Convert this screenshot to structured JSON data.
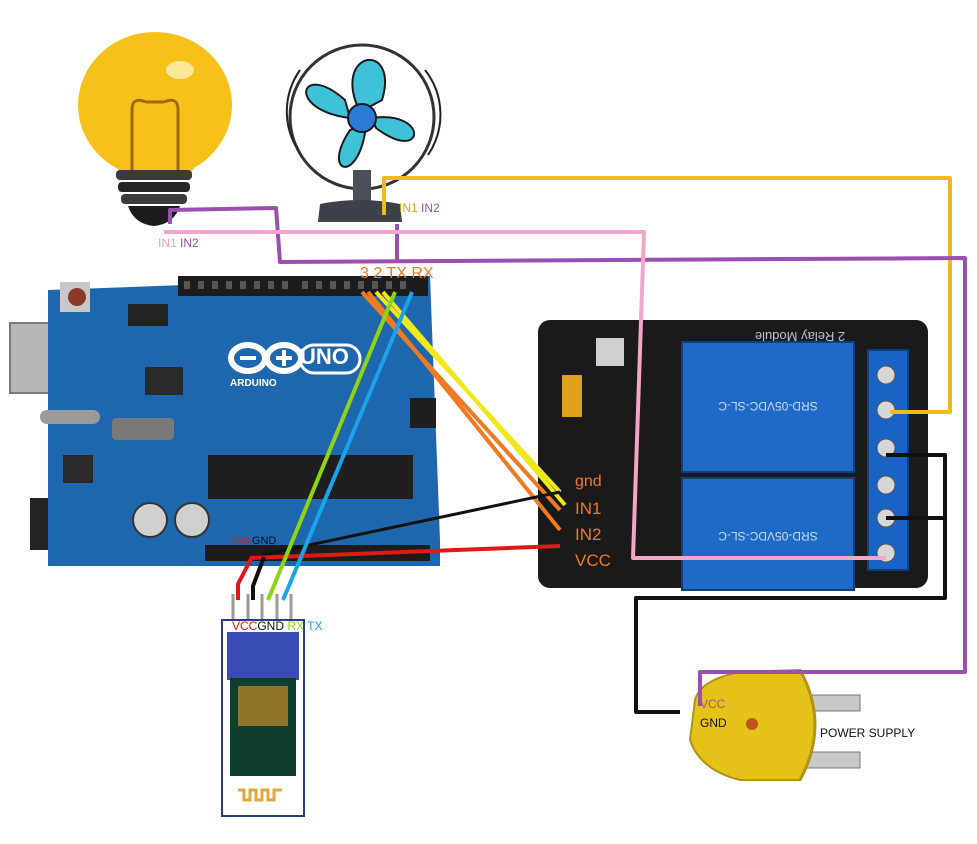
{
  "bulb": {
    "pins": {
      "in1": "IN1",
      "in2": "IN2"
    }
  },
  "fan": {
    "pins": {
      "in1": "IN1",
      "in2": "IN2"
    }
  },
  "arduino": {
    "board_name": "UNO",
    "brand": "ARDUINO",
    "pins_top": {
      "p3": "3",
      "p2": "2",
      "tx": "TX",
      "rx": "RX"
    },
    "pins_bottom": {
      "v5": "5V+",
      "gnd": "GND"
    }
  },
  "relay": {
    "title": "2 Relay Module",
    "relay_text": "SRD-05VDC-SL-C",
    "pins": {
      "gnd": "gnd",
      "in1": "IN1",
      "in2": "IN2",
      "vcc": "VCC"
    }
  },
  "bluetooth": {
    "pins": {
      "vcc": "VCC",
      "gnd": "GND",
      "rx": "RX",
      "tx": "TX"
    }
  },
  "plug": {
    "vcc": "VCC",
    "gnd": "GND",
    "label": "POWER SUPPLY"
  },
  "colors": {
    "orange_label": "#f07a22",
    "purple": "#9c4fb0",
    "pink": "#f3a6c7",
    "yellow": "#f1b91c",
    "wire_black": "#111111",
    "wire_red": "#e01818",
    "wire_green": "#8ed414",
    "wire_blue": "#1aa3e8",
    "board_blue": "#1e66ad",
    "relay_blue": "#1560b8"
  }
}
